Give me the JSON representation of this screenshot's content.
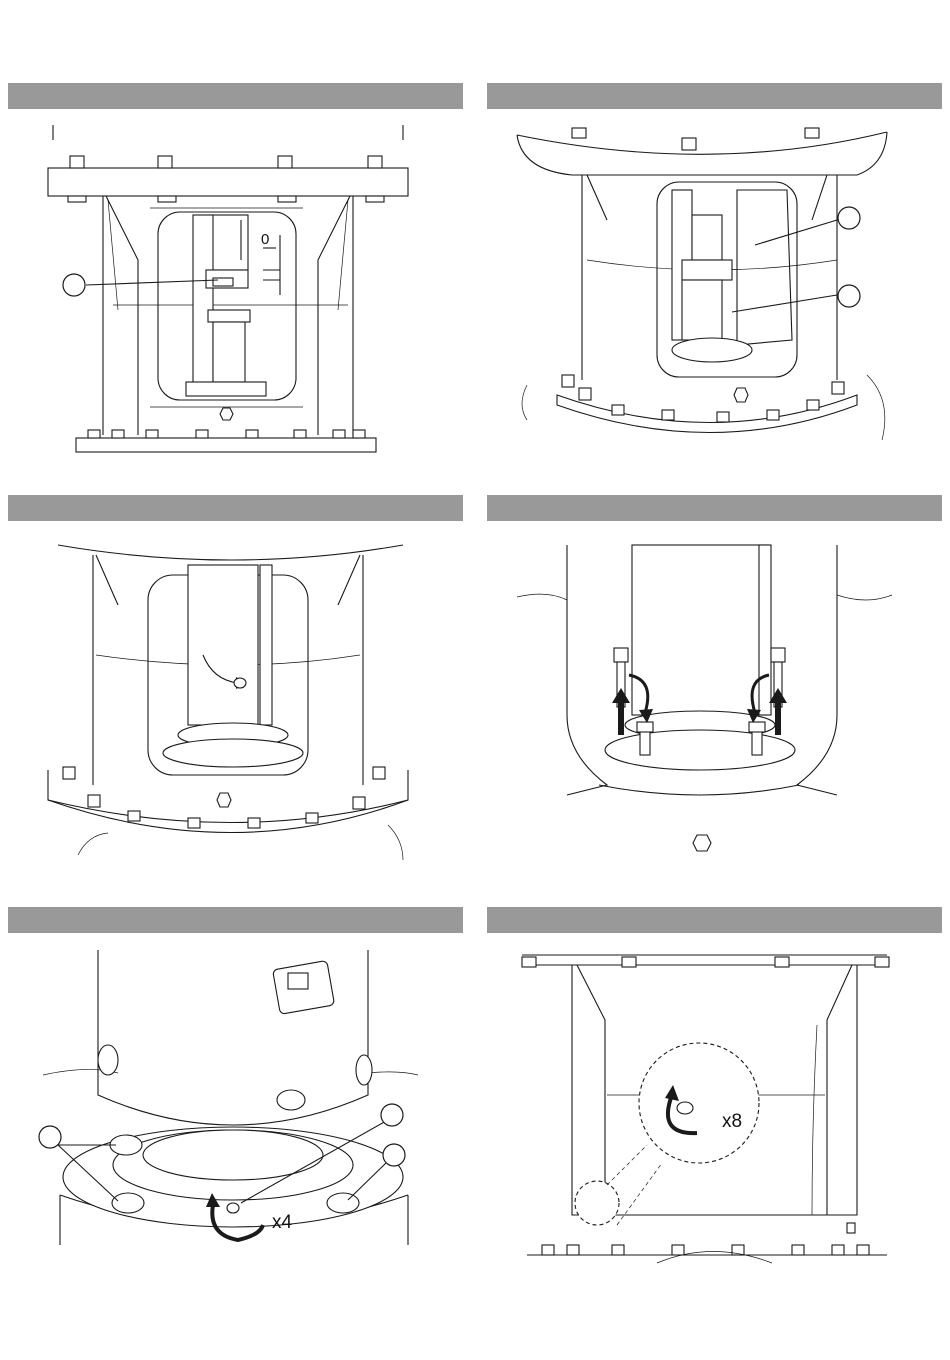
{
  "steps": [
    {
      "id": 1,
      "callouts": 1,
      "dimension_label": "0"
    },
    {
      "id": 2,
      "callouts": 2
    },
    {
      "id": 3,
      "callouts": 0
    },
    {
      "id": 4,
      "callouts": 0
    },
    {
      "id": 5,
      "callouts": 3,
      "multiplier": "x4"
    },
    {
      "id": 6,
      "callouts": 0,
      "multiplier": "x8"
    }
  ],
  "colors": {
    "header_bar": "#999999",
    "line": "#1a1a1a"
  }
}
